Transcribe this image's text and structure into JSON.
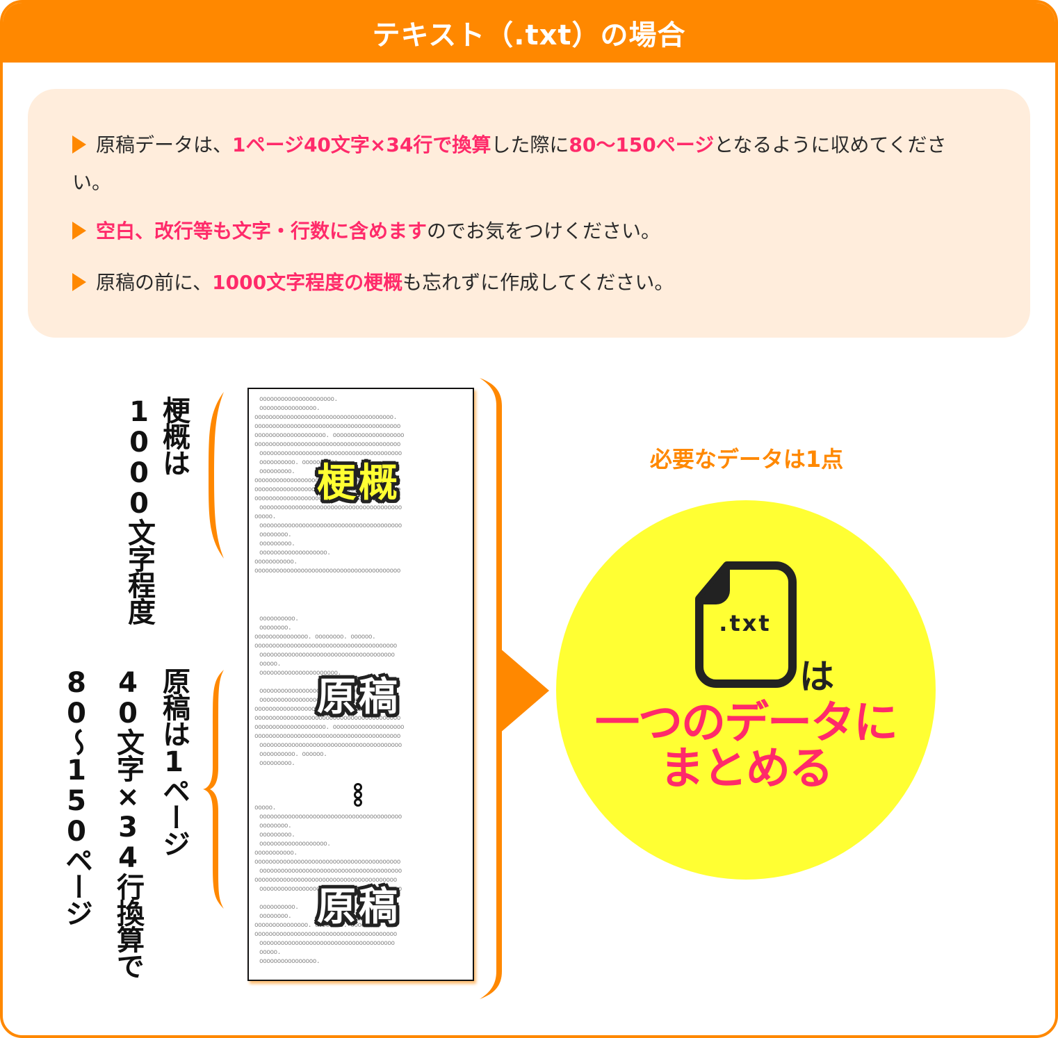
{
  "header": {
    "title": "テキスト（.txt）の場合"
  },
  "notes": [
    {
      "segments": [
        {
          "text": "原稿データは、",
          "highlight": false
        },
        {
          "text": "1ページ40文字×34行で換算",
          "highlight": true
        },
        {
          "text": "した際に",
          "highlight": false
        },
        {
          "text": "80〜150ページ",
          "highlight": true
        },
        {
          "text": "となるように収めてください。",
          "highlight": false
        }
      ]
    },
    {
      "segments": [
        {
          "text": "空白、改行等も文字・行数に含めます",
          "highlight": true
        },
        {
          "text": "のでお気をつけください。",
          "highlight": false
        }
      ]
    },
    {
      "segments": [
        {
          "text": "原稿の前に、",
          "highlight": false
        },
        {
          "text": "1000文字程度の梗概",
          "highlight": true
        },
        {
          "text": "も忘れずに作成してください。",
          "highlight": false
        }
      ]
    }
  ],
  "labels": {
    "synopsis_col1": "梗概は",
    "synopsis_col2": "1000文字程度",
    "manuscript_col1": "原稿は1ページ",
    "manuscript_col2": "40文字×34行換算で",
    "manuscript_col3": "80〜150ページ"
  },
  "document": {
    "synopsis_stamp": "梗概",
    "manuscript_stamp_1": "原稿",
    "manuscript_stamp_2": "原稿",
    "synopsis_lines": [
      {
        "t": "ooooooooooooooooooooo.",
        "i": true
      },
      {
        "t": "oooooooooooooooo.",
        "i": true
      },
      {
        "t": "ooooooooooooooooooooooooooooooooooooooo.",
        "i": false
      },
      {
        "t": "ooooooooooooooooooooooooooooooooooooooooo",
        "i": false
      },
      {
        "t": "oooooooooooooooooooo. oooooooooooooooooooo",
        "i": false
      },
      {
        "t": "ooooooooooooooooooooooooooooooooooooooooo",
        "i": false
      },
      {
        "t": "oooooooooooooooooooooooooooooooooooooooo",
        "i": true
      },
      {
        "t": "oooooooooo. oooooooooo",
        "i": true
      },
      {
        "t": "ooooooooo.",
        "i": true
      },
      {
        "t": "ooooooooooooooooooooooooooooooooooooooooo",
        "i": false
      },
      {
        "t": "ooooooooooooooooooooooooooooooooooooooooo",
        "i": false
      },
      {
        "t": "ooooooooooooooooooooooooooooooooooooooooo",
        "i": false
      },
      {
        "t": "oooooooooooooooooooooooooooooooooooooooo",
        "i": true
      },
      {
        "t": "ooooo.",
        "i": false
      },
      {
        "t": "oooooooooooooooooooooooooooooooooooooooo",
        "i": true
      },
      {
        "t": "oooooooo.",
        "i": true
      },
      {
        "t": "ooooooooo.",
        "i": true
      },
      {
        "t": "ooooooooooooooooooo.",
        "i": true
      },
      {
        "t": "ooooooooooo.",
        "i": false
      },
      {
        "t": "ooooooooooooooooooooooooooooooooooooooooo",
        "i": false
      }
    ],
    "manuscript_lines_1": [
      {
        "t": "oooooooooo.",
        "i": true
      },
      {
        "t": "oooooooo.",
        "i": true
      },
      {
        "t": "ooooooooooooooo. oooooooo. oooooo.",
        "i": false
      },
      {
        "t": "oooooooooooooooooooooooooooooooooooooooo",
        "i": false
      },
      {
        "t": "oooooooooooooooooooooooooooooooooooooo",
        "i": true
      },
      {
        "t": "ooooo.",
        "i": true
      },
      {
        "t": "oooooooooooooooooooooo.",
        "i": true
      },
      {
        "t": "",
        "i": true
      },
      {
        "t": "oooooooooooooooooooooooooooooooo",
        "i": true
      },
      {
        "t": "oooooooooooooooooooooooooooooooo",
        "i": true
      },
      {
        "t": "ooooooooooooooooooooooooooooooooooooooo.",
        "i": false
      },
      {
        "t": "ooooooooooooooooooooooooooooooooooooooooo",
        "i": false
      },
      {
        "t": "oooooooooooooooooooo. oooooooooooooooooooo",
        "i": false
      },
      {
        "t": "ooooooooooooooooooooooooooooooooooooooooo",
        "i": false
      },
      {
        "t": "oooooooooooooooooooooooooooooooooooooooo",
        "i": true
      },
      {
        "t": "oooooooooo. oooooo.",
        "i": true
      },
      {
        "t": "ooooooooo.",
        "i": true
      }
    ],
    "manuscript_lines_2": [
      {
        "t": "ooooo.",
        "i": false
      },
      {
        "t": "oooooooooooooooooooooooooooooooooooooooo",
        "i": true
      },
      {
        "t": "oooooooo.",
        "i": true
      },
      {
        "t": "ooooooooo.",
        "i": true
      },
      {
        "t": "ooooooooooooooooooo.",
        "i": true
      },
      {
        "t": "ooooooooooo.",
        "i": false
      },
      {
        "t": "ooooooooooooooooooooooooooooooooooooooooo",
        "i": false
      },
      {
        "t": "oooooooooooooooooooooooooooooooooooooooo",
        "i": true
      },
      {
        "t": "oooooooooooooooooooooooooooooooooooooooo",
        "i": false
      },
      {
        "t": "oooooooooooooooooooooooooooooooooooooooo",
        "i": true
      },
      {
        "t": "",
        "i": true
      },
      {
        "t": "oooooooooo.",
        "i": true
      },
      {
        "t": "oooooooo.",
        "i": true
      },
      {
        "t": "ooooooooooooooo. oooooooo. oooooo.",
        "i": false
      },
      {
        "t": "oooooooooooooooooooooooooooooooooooooooo",
        "i": false
      },
      {
        "t": "oooooooooooooooooooooooooooooooooooooo",
        "i": true
      },
      {
        "t": "ooooo.",
        "i": true
      },
      {
        "t": "oooooooooooooooo.",
        "i": true
      }
    ]
  },
  "result": {
    "need_label": "必要なデータは1点",
    "file_extension": ".txt",
    "file_particle": "は",
    "line1": "一つのデータに",
    "line2": "まとめる"
  },
  "colors": {
    "accent_orange": "#ff8800",
    "highlight_pink": "#ff2a6a",
    "note_bg": "#ffeddc",
    "circle_yellow": "#ffff33"
  }
}
